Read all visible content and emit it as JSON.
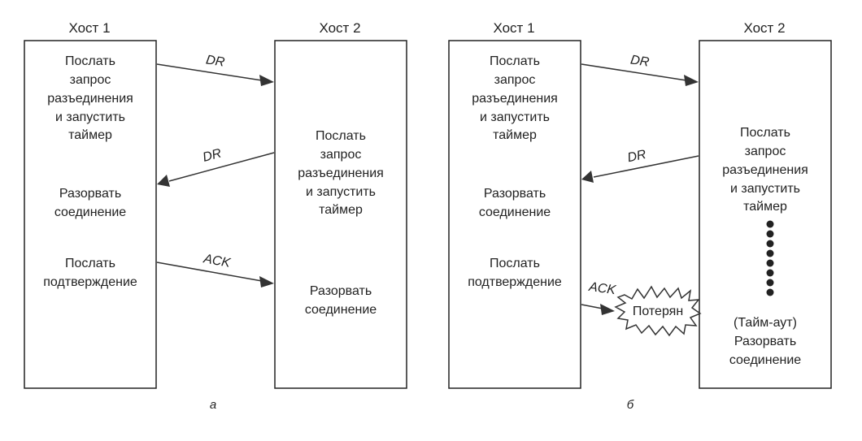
{
  "diagram_a": {
    "host1_label": "Хост 1",
    "host2_label": "Хост 2",
    "h1_step1": [
      "Послать",
      "запрос",
      "разъединения",
      "и запустить",
      "таймер"
    ],
    "h1_step2": [
      "Разорвать",
      "соединение"
    ],
    "h1_step3": [
      "Послать",
      "подтверждение"
    ],
    "h2_step1": [
      "Послать",
      "запрос",
      "разъединения",
      "и запустить",
      "таймер"
    ],
    "h2_step2": [
      "Разорвать",
      "соединение"
    ],
    "msg1": "DR",
    "msg2": "DR",
    "msg3": "ACK",
    "caption": "а"
  },
  "diagram_b": {
    "host1_label": "Хост 1",
    "host2_label": "Хост 2",
    "h1_step1": [
      "Послать",
      "запрос",
      "разъединения",
      "и запустить",
      "таймер"
    ],
    "h1_step2": [
      "Разорвать",
      "соединение"
    ],
    "h1_step3": [
      "Послать",
      "подтверждение"
    ],
    "h2_step1": [
      "Послать",
      "запрос",
      "разъединения",
      "и запустить",
      "таймер"
    ],
    "h2_step2": [
      "(Тайм-аут)",
      "Разорвать",
      "соединение"
    ],
    "msg1": "DR",
    "msg2": "DR",
    "msg3": "ACK",
    "lost_label": "Потерян",
    "caption": "б"
  }
}
